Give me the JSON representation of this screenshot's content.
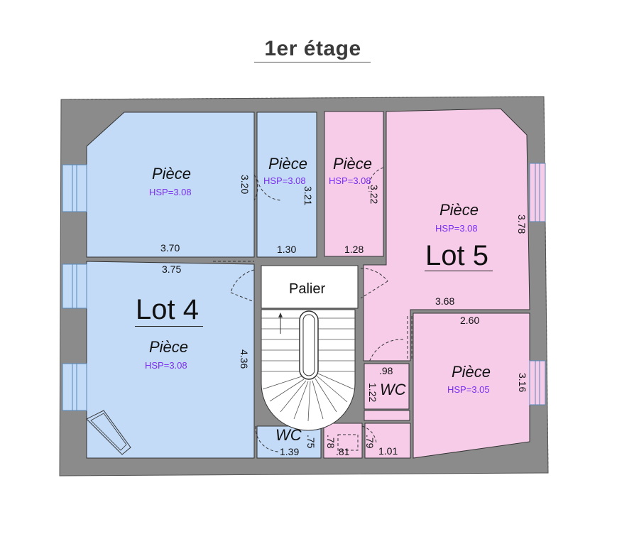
{
  "title": "1er étage",
  "lots": {
    "lot4": "Lot 4",
    "lot5": "Lot 5"
  },
  "rooms": {
    "lot4_top": {
      "name": "Pièce",
      "hsp": "HSP=3.08"
    },
    "lot4_mid": {
      "name": "Pièce",
      "hsp": "HSP=3.08"
    },
    "lot4_main": {
      "name": "Pièce",
      "hsp": "HSP=3.08"
    },
    "lot4_wc": {
      "name": "WC"
    },
    "lot5_small": {
      "name": "Pièce",
      "hsp": "HSP=3.08"
    },
    "lot5_main": {
      "name": "Pièce",
      "hsp": "HSP=3.08"
    },
    "lot5_bottom": {
      "name": "Pièce",
      "hsp": "HSP=3.05"
    },
    "lot5_wc": {
      "name": "WC"
    },
    "palier": {
      "name": "Palier"
    }
  },
  "dimensions": {
    "d1": "3.70",
    "d2": "3.75",
    "d3": "1.30",
    "d4": "1.28",
    "d5": "3.68",
    "d6": "2.60",
    "d7": "3.20",
    "d8": "3.21",
    "d9": "3.22",
    "d10": "3.78",
    "d11": "4.36",
    "d12": "3.16",
    "d13": ".98",
    "d14": "1.22",
    "d15": ".75",
    "d16": "1.39",
    "d17": ".78",
    "d18": ".81",
    "d19": ".79",
    "d20": "1.01"
  },
  "colors": {
    "wall": "#8a8a8a",
    "lot4_fill": "#c3dbf7",
    "lot5_fill": "#f6cce8",
    "hsp_text": "#7b2ff0"
  }
}
